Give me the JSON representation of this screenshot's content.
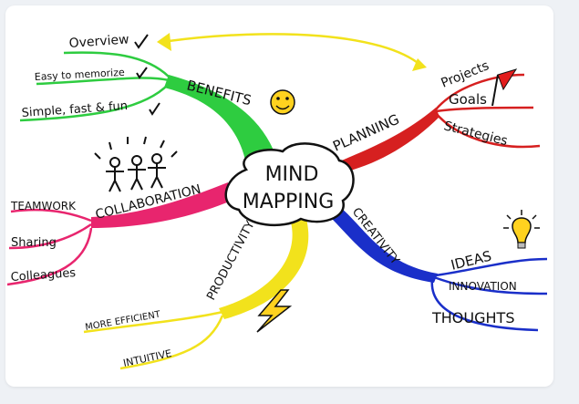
{
  "center": {
    "line1": "MIND",
    "line2": "MAPPING"
  },
  "branches": {
    "benefits": {
      "label": "BENEFITS",
      "color": "#2ecc40",
      "items": [
        "Overview",
        "Easy to memorize",
        "Simple, fast & fun"
      ]
    },
    "planning": {
      "label": "PLANNING",
      "color": "#d62020",
      "items": [
        "Projects",
        "Goals",
        "Strategies"
      ]
    },
    "collaboration": {
      "label": "COLLABORATION",
      "color": "#e8256e",
      "items": [
        "TEAMWORK",
        "Sharing",
        "Colleagues"
      ]
    },
    "creativity": {
      "label": "CREATIVITY",
      "color": "#1a2fc9",
      "items": [
        "IDEAS",
        "INNOVATION",
        "THOUGHTS"
      ]
    },
    "productivity": {
      "label": "PRODUCTIVITY",
      "color": "#f2e21c",
      "items": [
        "MORE EFFICIENT",
        "INTUITIVE"
      ]
    }
  },
  "icons": [
    "checkmark-icon",
    "smiley-icon",
    "flag-icon",
    "stick-figures-icon",
    "lightbulb-icon",
    "lightning-bolt-icon",
    "arrowhead-icon"
  ]
}
